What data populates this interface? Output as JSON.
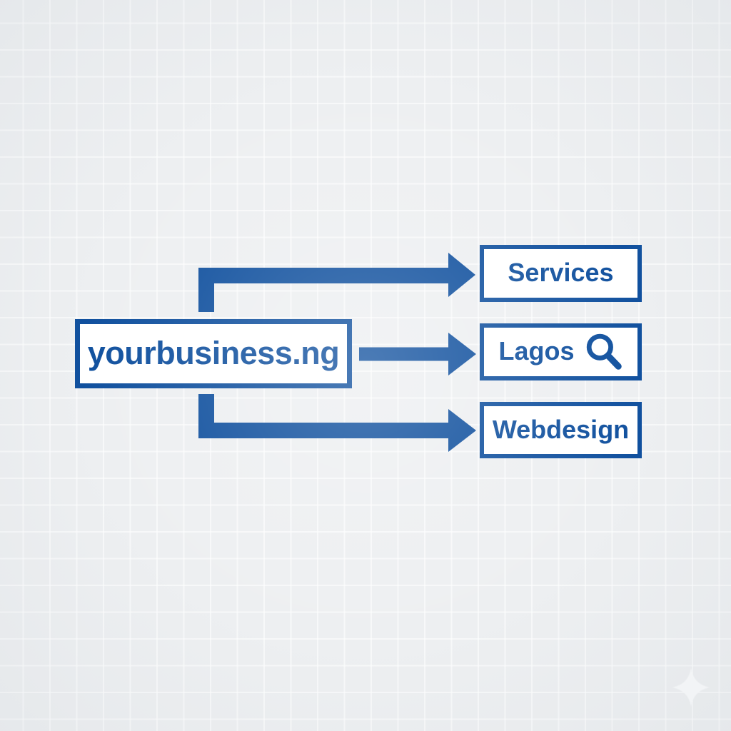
{
  "diagram": {
    "title_hidden": "",
    "source": {
      "label": "yourbusiness.ng"
    },
    "targets": [
      {
        "label": "Services"
      },
      {
        "label": "Lagos",
        "icon": "search-icon"
      },
      {
        "label": "Webdesign"
      }
    ],
    "connections": [
      {
        "from": "yourbusiness.ng",
        "to": "Services",
        "shape": "elbow-up-right"
      },
      {
        "from": "yourbusiness.ng",
        "to": "Lagos",
        "shape": "straight-right"
      },
      {
        "from": "yourbusiness.ng",
        "to": "Webdesign",
        "shape": "elbow-down-right"
      }
    ],
    "colors": {
      "accent_blue": "#10509E",
      "box_fill": "#FFFFFF",
      "background": "#EDEFF1",
      "grid_line": "#F8F9FA",
      "sparkle": "#FAFBFC"
    }
  },
  "decorations": {
    "sparkle": "four-pointed-star-bottom-right"
  }
}
